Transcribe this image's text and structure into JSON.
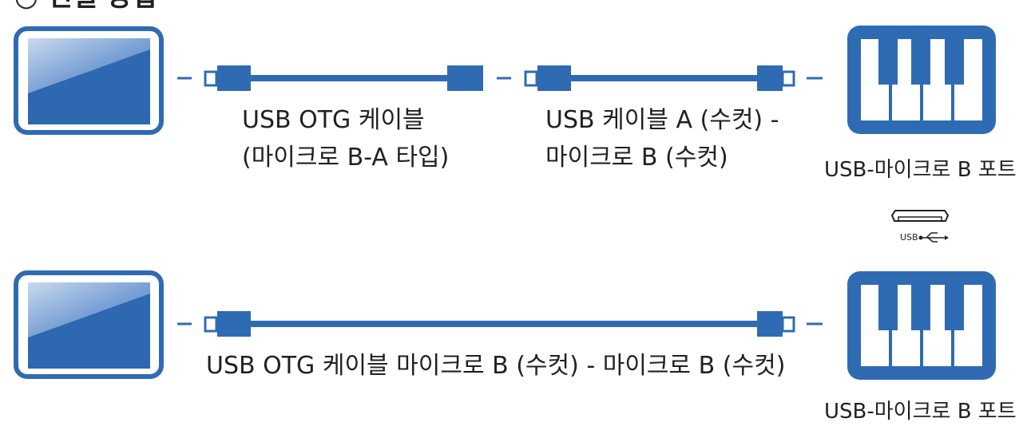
{
  "heading": "○ 연결 방법",
  "row1": {
    "cable1_line1": "USB OTG 케이블",
    "cable1_line2": "(마이크로 B-A 타입)",
    "cable2_line1": "USB 케이블 A (수컷) -",
    "cable2_line2": "마이크로 B (수컷)",
    "port_label": "USB-마이크로 B 포트",
    "port_symbol_text": "USB"
  },
  "row2": {
    "cable_label": "USB OTG 케이블 마이크로 B (수컷) - 마이크로 B (수컷)",
    "port_label": "USB-마이크로 B 포트"
  },
  "colors": {
    "blue": "#2f6bb3",
    "blue_dark": "#1f5aa6",
    "text": "#231f20"
  }
}
